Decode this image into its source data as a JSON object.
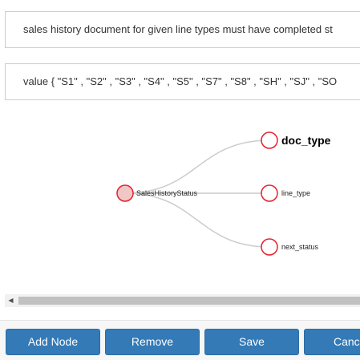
{
  "fields": {
    "description": "sales history document for given line types must have completed st",
    "value": "value { \"S1\" , \"S2\" , \"S3\" , \"S4\" , \"S5\" , \"S7\" , \"S8\" , \"SH\" , \"SJ\" , \"SO"
  },
  "graph": {
    "root": {
      "label": "SalesHistoryStatus"
    },
    "children": [
      {
        "label": "doc_type",
        "emphasized": true
      },
      {
        "label": "line_type",
        "emphasized": false
      },
      {
        "label": "next_status",
        "emphasized": false
      }
    ]
  },
  "scrollbar": {
    "left_arrow": "◀"
  },
  "toolbar": {
    "add_node": "Add Node",
    "remove": "Remove",
    "save": "Save",
    "cancel": "Cancel"
  },
  "colors": {
    "node_stroke": "#e4212b",
    "root_fill": "#f1c6c6",
    "button": "#337ab7"
  }
}
